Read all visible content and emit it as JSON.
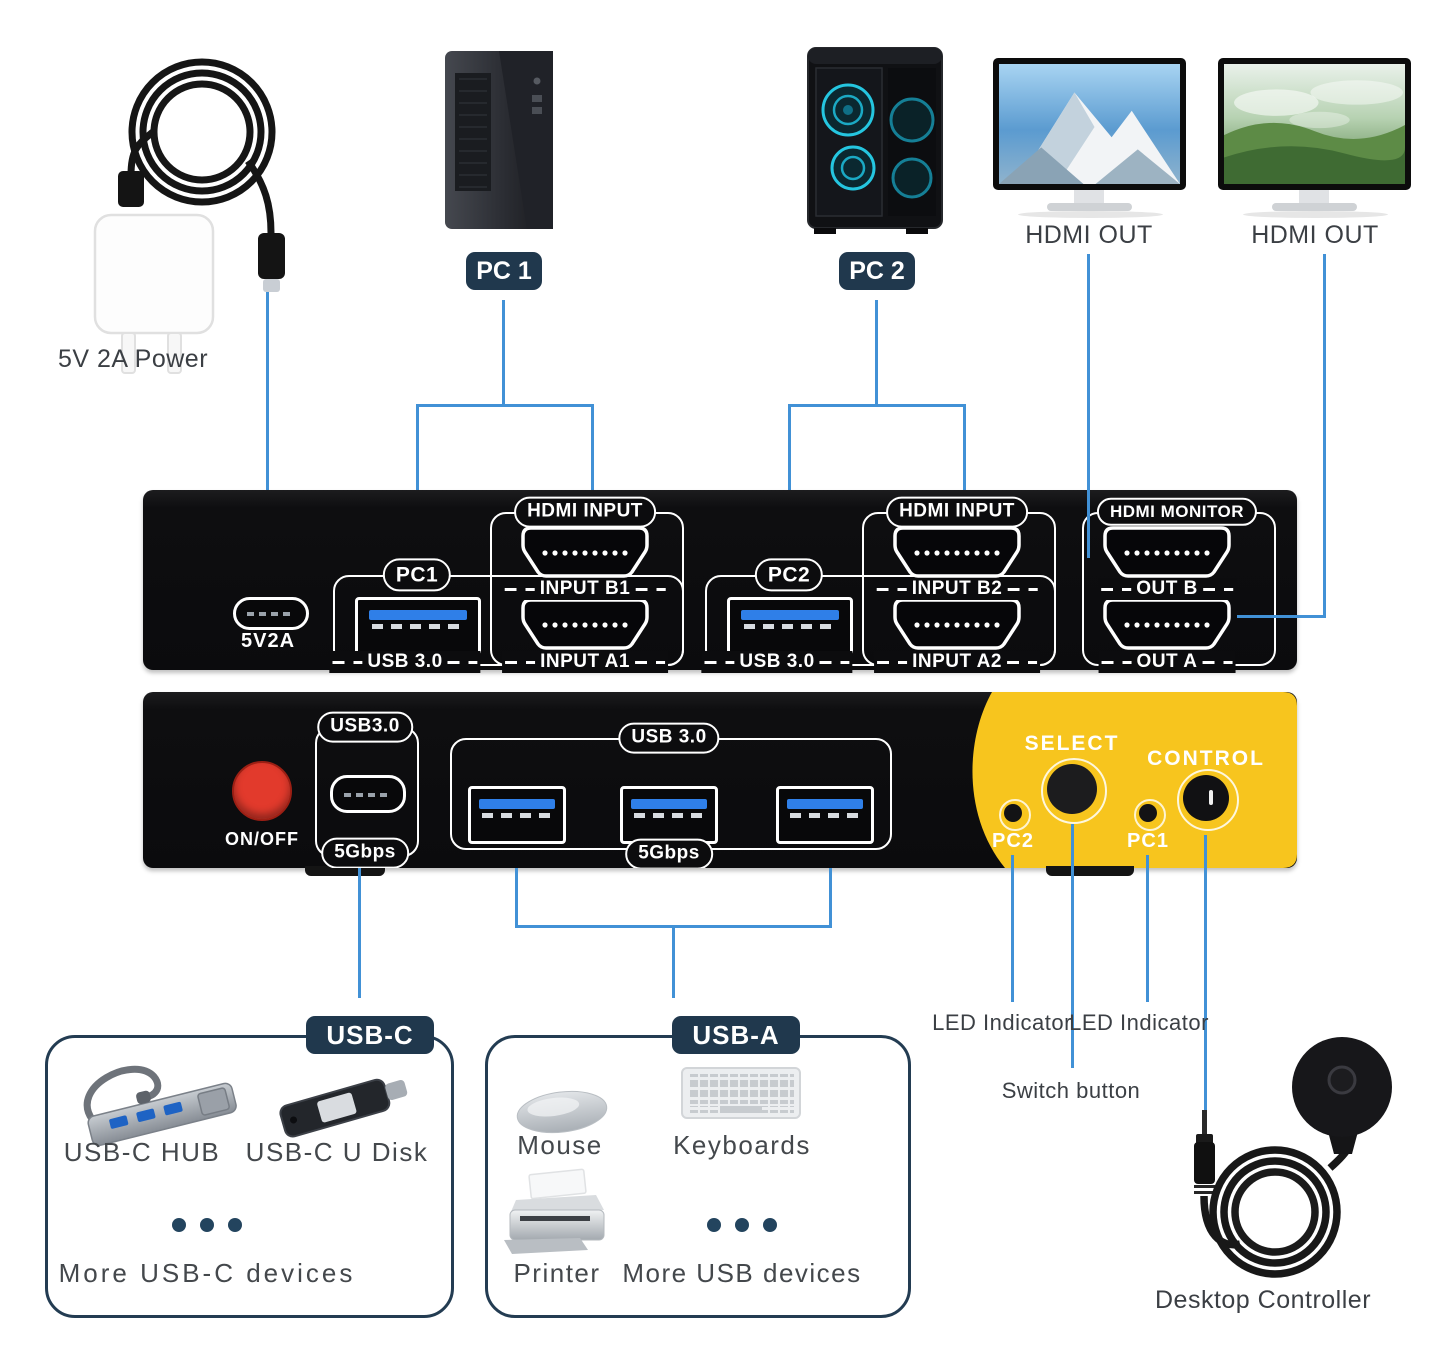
{
  "colors": {
    "accent_blue": "#4191d6",
    "navy": "#20384d",
    "yellow": "#f7c51e",
    "red": "#e23a2c",
    "usb_blue": "#2f7fe8",
    "text_gray": "#3b3f44"
  },
  "top": {
    "power_label": "5V 2A Power",
    "pc1_label": "PC 1",
    "pc2_label": "PC 2",
    "monitor_b_label": "HDMI OUT",
    "monitor_a_label": "HDMI OUT"
  },
  "device1": {
    "power_port_label": "5V2A",
    "group1": {
      "pc_label": "PC1",
      "usb_label": "USB 3.0",
      "hdmi_title": "HDMI INPUT",
      "hdmi_top_label": "INPUT B1",
      "hdmi_bottom_label": "INPUT A1"
    },
    "group2": {
      "pc_label": "PC2",
      "usb_label": "USB 3.0",
      "hdmi_title": "HDMI INPUT",
      "hdmi_top_label": "INPUT B2",
      "hdmi_bottom_label": "INPUT A2"
    },
    "monitor_group": {
      "title": "HDMI MONITOR",
      "top_label": "OUT B",
      "bottom_label": "OUT A"
    }
  },
  "device2": {
    "power_button_label": "ON/OFF",
    "usbc_group": {
      "top_label": "USB3.0",
      "bottom_label": "5Gbps"
    },
    "usba_group": {
      "top_label": "USB 3.0",
      "bottom_label": "5Gbps"
    },
    "select_label": "SELECT",
    "control_label": "CONTROL",
    "led_pc2_label": "PC2",
    "led_pc1_label": "PC1"
  },
  "callouts": {
    "led_indicator_left": "LED Indicator",
    "led_indicator_right": "LED Indicator",
    "switch_button": "Switch button",
    "desktop_controller": "Desktop Controller"
  },
  "usbc_box": {
    "tag": "USB-C",
    "item1": "USB-C HUB",
    "item2": "USB-C U Disk",
    "more": "More USB-C devices"
  },
  "usba_box": {
    "tag": "USB-A",
    "item1": "Mouse",
    "item2": "Keyboards",
    "item3": "Printer",
    "more": "More USB devices"
  }
}
